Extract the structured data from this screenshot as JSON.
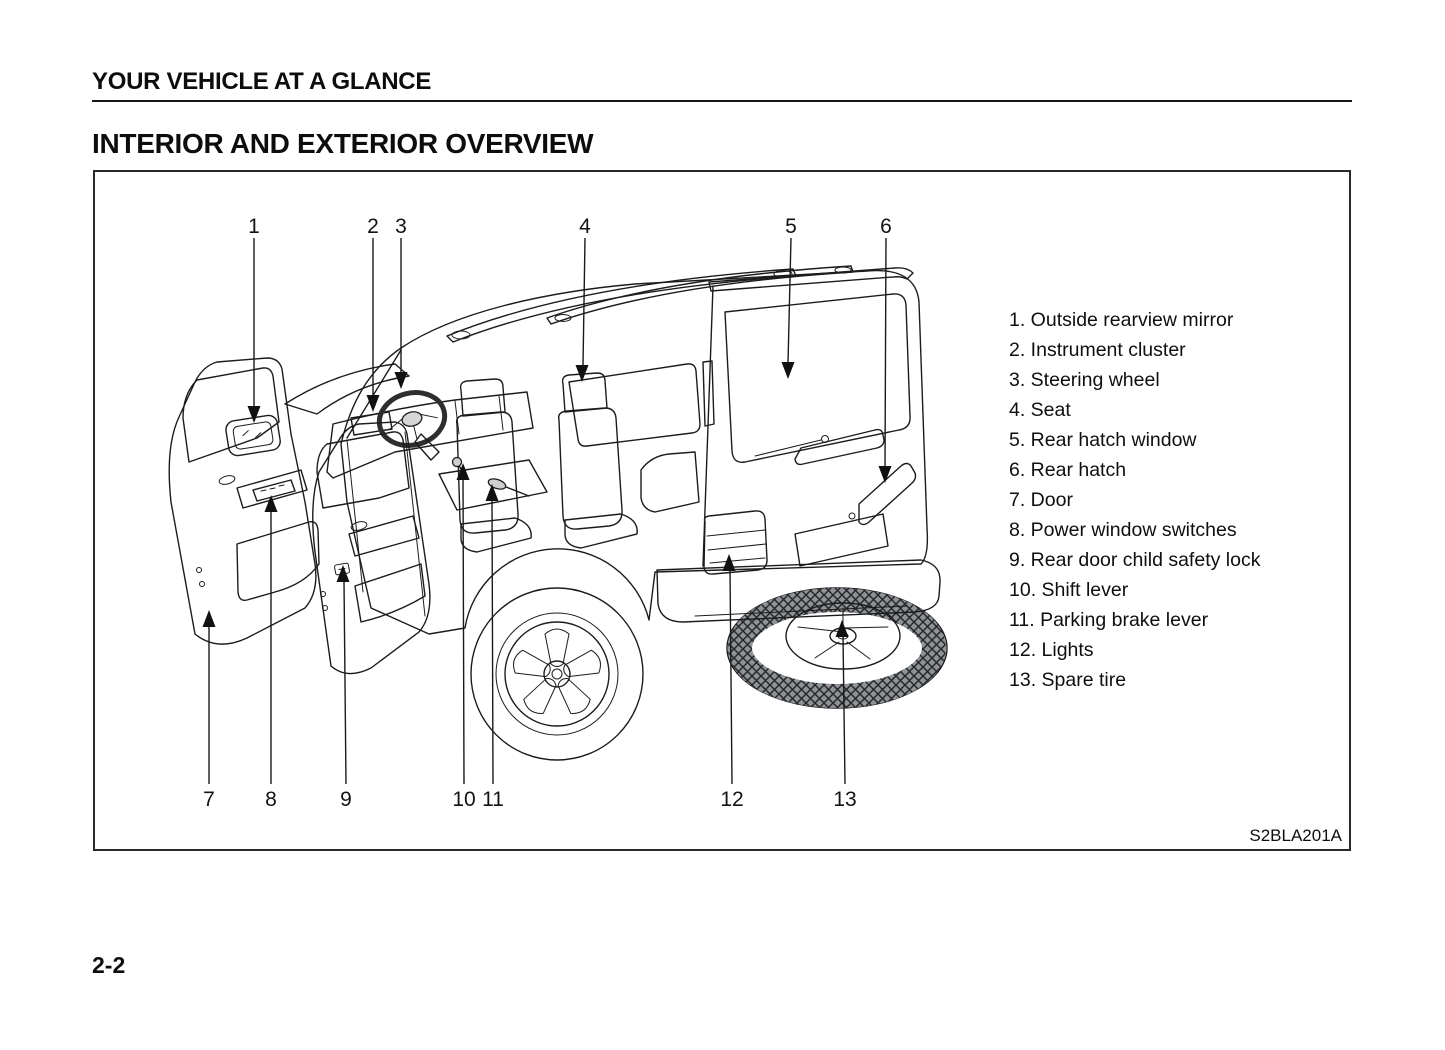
{
  "page": {
    "section_title": "YOUR VEHICLE AT A GLANCE",
    "heading": "INTERIOR AND EXTERIOR OVERVIEW",
    "page_number": "2-2",
    "figure_code": "S2BLA201A"
  },
  "figure": {
    "description": "Cutaway line drawing of an SUV seen from the rear-left with front and rear doors open and numbered callouts",
    "top_numbers": [
      "1",
      "2",
      "3",
      "4",
      "5",
      "6"
    ],
    "bottom_numbers": [
      "7",
      "8",
      "9",
      "10",
      "11",
      "12",
      "13"
    ]
  },
  "legend": {
    "items": [
      "1. Outside rearview mirror",
      "2. Instrument cluster",
      "3. Steering wheel",
      "4. Seat",
      "5. Rear hatch window",
      "6. Rear hatch",
      "7. Door",
      "8. Power window switches",
      "9. Rear door child safety lock",
      "10. Shift lever",
      "11. Parking brake lever",
      "12. Lights",
      "13. Spare tire"
    ]
  }
}
